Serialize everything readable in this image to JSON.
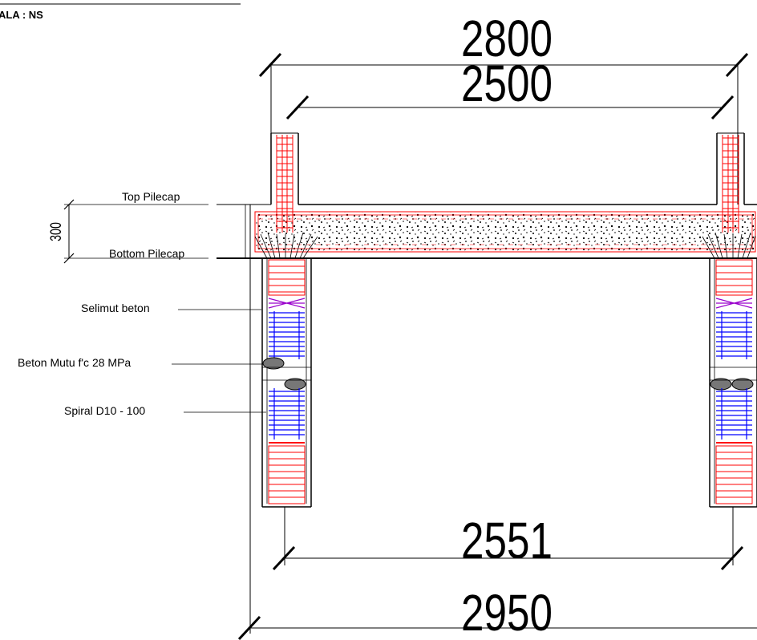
{
  "scale_label": "ALA : NS",
  "dimensions": {
    "top_outer": "2800",
    "top_inner": "2500",
    "bottom_inner": "2551",
    "bottom_outer": "2950",
    "thickness": "300"
  },
  "labels": {
    "top_pilecap": "Top Pilecap",
    "bottom_pilecap": "Bottom Pilecap",
    "selimut_beton": "Selimut beton",
    "beton_mutu": "Beton Mutu f'c 28 MPa",
    "spiral": "Spiral D10 - 100"
  },
  "colors": {
    "line": "#000000",
    "rebar_red": "#ff0000",
    "spiral_blue": "#0000ff",
    "spiral_purple": "#9900cc",
    "concrete_fill": "#ffffff"
  }
}
